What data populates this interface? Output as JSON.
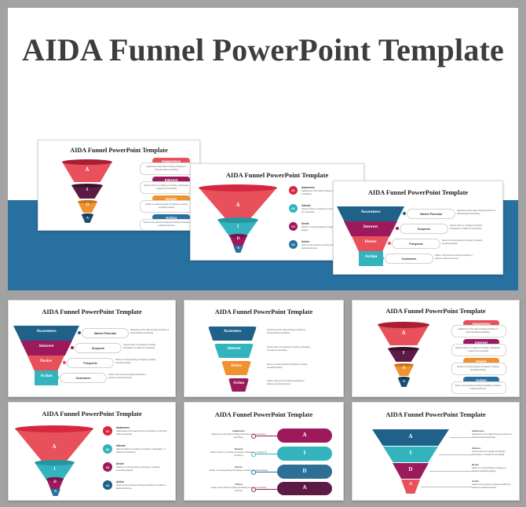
{
  "page": {
    "background_color": "#a3a2a2",
    "hero_band_color": "#2770a0",
    "title": "AIDA Funnel PowerPoint Template"
  },
  "palette": {
    "blue": "#1f6189",
    "magenta": "#9c1a5c",
    "red": "#e8505b",
    "teal": "#32b3be",
    "orange": "#f0922f",
    "purple": "#5c1b44",
    "deep_red": "#d6273f",
    "steel": "#2e6f96",
    "dark_blue": "#1d4e6e"
  },
  "stages": {
    "labels": [
      "Awareness",
      "Interest",
      "Desire",
      "Action"
    ],
    "letters": [
      "A",
      "I",
      "D",
      "A"
    ],
    "numbers": [
      "01",
      "02",
      "03",
      "04"
    ],
    "pills": [
      "Market Potential",
      "Suspects",
      "Prospects",
      "Customers"
    ],
    "descriptions": [
      "Awareness is the state of being conscious or informed about something.",
      "Interest refers to a feeling of curiosity, enthusiasm, or desire for something.",
      "Desire is a strong feeling of longing or wanting something deeply.",
      "Action is the process of doing something to achieve a desired outcome."
    ]
  },
  "slides": [
    {
      "id": "hslide1",
      "title": "AIDA Funnel PowerPoint Template",
      "layout": "bowl-funnel-cards"
    },
    {
      "id": "hslide2",
      "title": "AIDA Funnel PowerPoint Template",
      "layout": "cone-funnel-badges"
    },
    {
      "id": "hslide3",
      "title": "AIDA Funnel PowerPoint Template",
      "layout": "flat-funnel-pills"
    },
    {
      "id": "g1",
      "title": "AIDA Funnel PowerPoint Template",
      "layout": "flat-funnel-pills"
    },
    {
      "id": "g2",
      "title": "AIDA Funnel PowerPoint Template",
      "layout": "separated-bands"
    },
    {
      "id": "g3",
      "title": "AIDA Funnel PowerPoint Template",
      "layout": "bowl-funnel-cards"
    },
    {
      "id": "g4",
      "title": "AIDA Funnel PowerPoint Template",
      "layout": "cone-funnel-badges"
    },
    {
      "id": "g5",
      "title": "AIDA Funnel PowerPoint Template",
      "layout": "lozenge-list"
    },
    {
      "id": "g6",
      "title": "AIDA Funnel PowerPoint Template",
      "layout": "stacked-trapezoids"
    }
  ]
}
